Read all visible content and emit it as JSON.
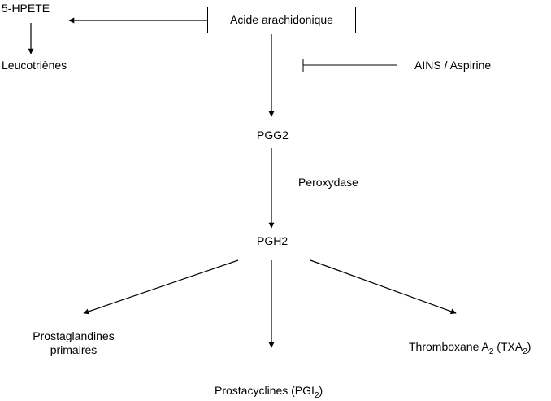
{
  "nodes": {
    "arachidonic_acid": "Acide arachidonique",
    "hpete": "5-HPETE",
    "leukotrienes": "Leucotriènes",
    "nsaid": "AINS / Aspirine",
    "pgg2": "PGG2",
    "peroxidase": "Peroxydase",
    "pgh2": "PGH2",
    "primary_pg_line1": "Prostaglandines",
    "primary_pg_line2": "primaires",
    "prostacyclins_main": "Prostacyclines (PGI",
    "prostacyclins_sub": "2",
    "prostacyclins_end": ")",
    "thromboxane_main": "Thromboxane A",
    "thromboxane_sub1": "2",
    "thromboxane_mid": " (TXA",
    "thromboxane_sub2": "2",
    "thromboxane_end": ")"
  },
  "colors": {
    "line": "#000000",
    "text": "#000000",
    "background": "#ffffff"
  }
}
